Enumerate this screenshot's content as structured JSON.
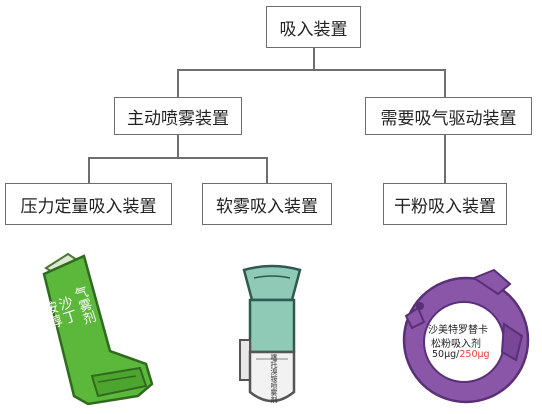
{
  "diagram": {
    "root": "吸入装置",
    "level1": [
      "主动喷雾装置",
      "需要吸气驱动装置"
    ],
    "level2": [
      "压力定量吸入装置",
      "软雾吸入装置",
      "干粉吸入装置"
    ]
  },
  "devices": {
    "mdi": {
      "label_line1": "沙丁",
      "label_line2": "胺醇",
      "label_line3": "气雾剂",
      "color": "#5cb83a"
    },
    "soft_mist": {
      "label": "噻托溴铵喷雾剂",
      "color": "#8fcab6"
    },
    "dpi": {
      "line1": "沙美特罗替卡",
      "line2": "松粉吸入剂",
      "dose_a": "50μg/",
      "dose_b": "250μg",
      "color": "#8a56a8",
      "dose_b_color": "#e0443a"
    }
  }
}
